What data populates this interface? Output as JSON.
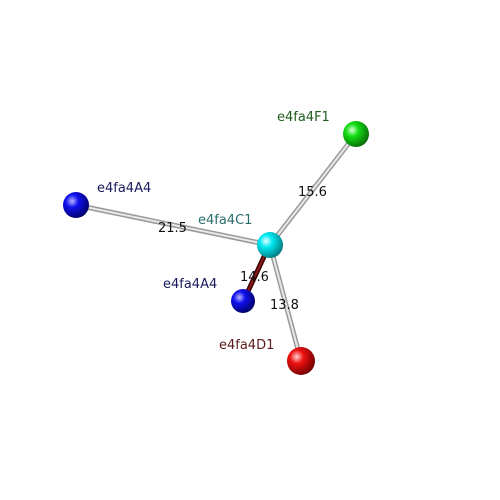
{
  "diagram": {
    "atoms": [
      {
        "id": "C1",
        "label": "e4fa4C1",
        "color": "#00e5ee",
        "label_color": "#2a6d6d"
      },
      {
        "id": "F1",
        "label": "e4fa4F1",
        "color": "#00dd00",
        "label_color": "#1f5a1f"
      },
      {
        "id": "A4a",
        "label": "e4fa4A4",
        "color": "#0000ee",
        "label_color": "#1a1a5e"
      },
      {
        "id": "A4b",
        "label": "e4fa4A4",
        "color": "#0000ee",
        "label_color": "#1a1a5e"
      },
      {
        "id": "D1",
        "label": "e4fa4D1",
        "color": "#ee0000",
        "label_color": "#5a1a1a"
      }
    ],
    "bonds": [
      {
        "from": "C1",
        "to": "F1",
        "distance": "15.6"
      },
      {
        "from": "C1",
        "to": "A4a",
        "distance": "21.5"
      },
      {
        "from": "C1",
        "to": "A4b",
        "distance": "14.6"
      },
      {
        "from": "C1",
        "to": "D1",
        "distance": "13.8"
      }
    ]
  }
}
